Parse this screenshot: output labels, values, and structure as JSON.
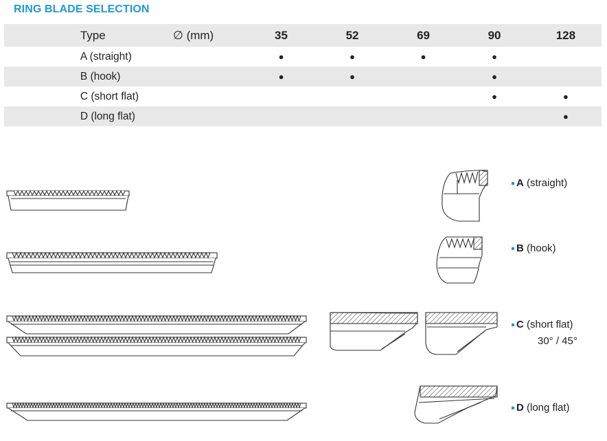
{
  "title": "RING BLADE SELECTION",
  "table": {
    "header": {
      "type": "Type",
      "unit": "∅ (mm)",
      "sizes": [
        "35",
        "52",
        "69",
        "90",
        "128"
      ]
    },
    "dot": "●",
    "rows": [
      {
        "name": "A (straight)",
        "available": [
          true,
          true,
          true,
          true,
          false
        ]
      },
      {
        "name": "B (hook)",
        "available": [
          true,
          true,
          false,
          true,
          false
        ]
      },
      {
        "name": "C (short flat)",
        "available": [
          false,
          false,
          false,
          true,
          true
        ]
      },
      {
        "name": "D (long flat)",
        "available": [
          false,
          false,
          false,
          false,
          true
        ]
      }
    ]
  },
  "blades": {
    "a": {
      "letter": "A",
      "desc": "(straight)"
    },
    "b": {
      "letter": "B",
      "desc": "(hook)"
    },
    "c": {
      "letter": "C",
      "desc": "(short flat)",
      "angles": "30° / 45°"
    },
    "d": {
      "letter": "D",
      "desc": "(long flat)"
    }
  },
  "colors": {
    "accent": "#1f9ad6",
    "row_shade": "#e8e8e8",
    "line": "#333333"
  }
}
